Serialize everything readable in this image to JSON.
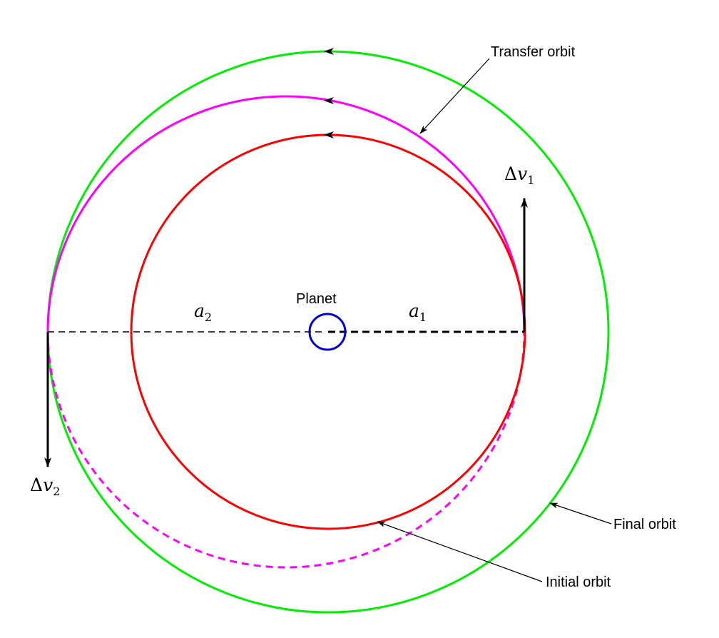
{
  "labels": {
    "transfer_orbit": "Transfer orbit",
    "final_orbit": "Final orbit",
    "initial_orbit": "Initial orbit",
    "planet": "Planet"
  },
  "math": {
    "dv1": {
      "delta": "Δ",
      "var": "v",
      "sub": "1"
    },
    "dv2": {
      "delta": "Δ",
      "var": "v",
      "sub": "2"
    },
    "a1": {
      "var": "a",
      "sub": "1"
    },
    "a2": {
      "var": "a",
      "sub": "2"
    }
  },
  "colors": {
    "initial_orbit": "#ff0000",
    "transfer_orbit": "#ff00ff",
    "final_orbit": "#00ee00",
    "planet": "#0000dd",
    "guide": "#000000"
  }
}
